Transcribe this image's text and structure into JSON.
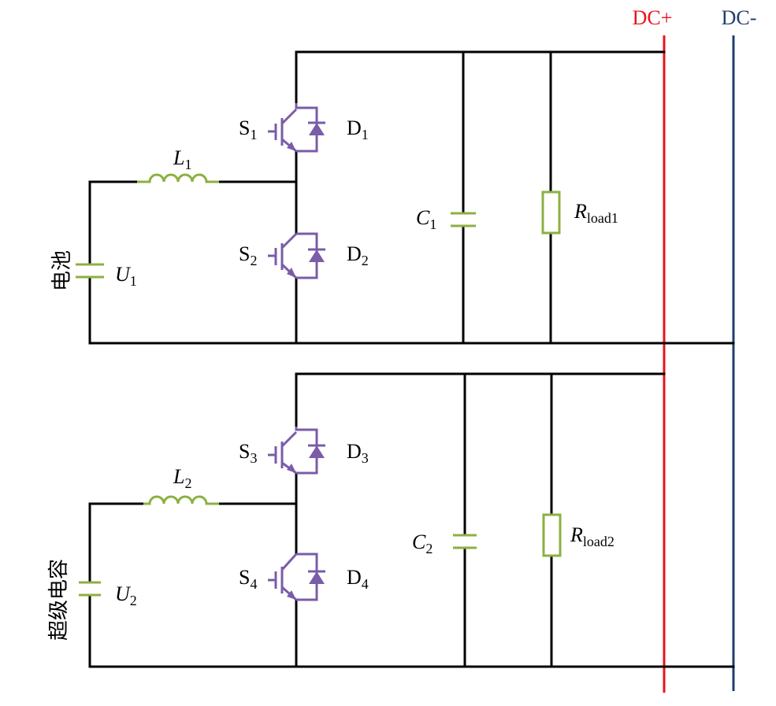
{
  "bus": {
    "positive": {
      "label": "DC+",
      "color": "#e8141c"
    },
    "negative": {
      "label": "DC-",
      "color": "#1f3f6e"
    }
  },
  "top": {
    "source_name": "电池",
    "source_symbol": "U",
    "source_index": "1",
    "inductor_symbol": "L",
    "inductor_index": "1",
    "switch_upper_symbol": "S",
    "switch_upper_index": "1",
    "diode_upper_symbol": "D",
    "diode_upper_index": "1",
    "switch_lower_symbol": "S",
    "switch_lower_index": "2",
    "diode_lower_symbol": "D",
    "diode_lower_index": "2",
    "capacitor_symbol": "C",
    "capacitor_index": "1",
    "load_symbol": "R",
    "load_index": "load1"
  },
  "bottom": {
    "source_name": "超级电容",
    "source_symbol": "U",
    "source_index": "2",
    "inductor_symbol": "L",
    "inductor_index": "2",
    "switch_upper_symbol": "S",
    "switch_upper_index": "3",
    "diode_upper_symbol": "D",
    "diode_upper_index": "3",
    "switch_lower_symbol": "S",
    "switch_lower_index": "4",
    "diode_lower_symbol": "D",
    "diode_lower_index": "4",
    "capacitor_symbol": "C",
    "capacitor_index": "2",
    "load_symbol": "R",
    "load_index": "load2"
  },
  "colors": {
    "component_green": "#8cb040",
    "switch_purple": "#7a5ca8",
    "wire": "#000000"
  }
}
